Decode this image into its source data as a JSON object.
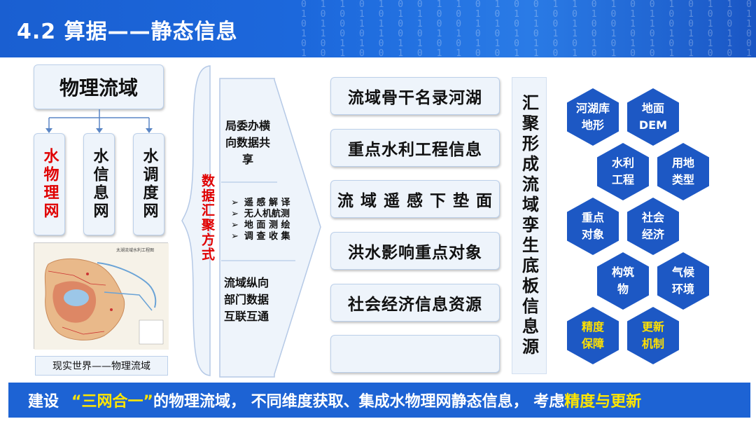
{
  "header": {
    "title": "4.2 算据——静态信息",
    "digits": "0 1 1 0 1 0 0 1 1 0 1 0 0 1 1 0 1 0 0 1 0 1 1 0 1 0 0 1 1\n1 0 0 1 0 1 1 0 0 1 0 1 1 0 0 1 0 1 1 0 1 0 0 1 0 1 1 0 0\n0 1 0 1 1 0 1 0 0 1 1 0 1 0 1 0 0 1 1 0 0 1 0 1 1 0 1 0 1\n1 1 0 0 1 0 0 1 1 0 0 1 0 1 1 0 1 0 0 1 1 0 1 0 0 1 1 0 1\n0 0 1 1 0 1 1 0 0 1 1 0 1 0 0 1 0 1 1 0 0 1 1 0 1 0 0 1 0\n1 0 1 0 0 1 0 1 1 0 0 1 1 0 1 0 1 0 0 1 1 0 0 1 0 1 1 0 1"
  },
  "left": {
    "title": "物理流域",
    "nets": [
      {
        "label": "水物理网",
        "color": "#e00000"
      },
      {
        "label": "水信息网",
        "color": "#111111"
      },
      {
        "label": "水调度网",
        "color": "#111111"
      }
    ],
    "map_caption": "现实世界——物理流域",
    "map_title": "太湖流域水利工程图"
  },
  "arrow": {
    "side_label": "数据汇聚方式",
    "top_text": "局委办横向数据共享",
    "bullets": [
      "遥 感 解 译",
      "无人机航测",
      "地 面 测 绘",
      "调 查 收 集"
    ],
    "bottom_text": "流域纵向部门数据互联互通"
  },
  "middle": {
    "items": [
      "流域骨干名录河湖",
      "重点水利工程信息",
      "流 域 遥 感 下 垫 面",
      "洪水影响重点对象",
      "社会经济信息资源",
      ""
    ]
  },
  "vertical": {
    "text": "汇聚形成流域孪生底板信息源"
  },
  "hexes": [
    {
      "label": "河湖库\n地形",
      "gold": false
    },
    {
      "label": "地面\nDEM",
      "gold": false
    },
    {
      "label": "水利\n工程",
      "gold": false
    },
    {
      "label": "用地\n类型",
      "gold": false
    },
    {
      "label": "重点\n对象",
      "gold": false
    },
    {
      "label": "社会\n经济",
      "gold": false
    },
    {
      "label": "构筑\n物",
      "gold": false
    },
    {
      "label": "气候\n环境",
      "gold": false
    },
    {
      "label": "精度\n保障",
      "gold": true
    },
    {
      "label": "更新\n机制",
      "gold": true
    }
  ],
  "footer": {
    "part1": "建设",
    "part2": "“三网合一”",
    "part3": "的物理流域， 不同维度获取、集成水物理网静态信息， 考虑",
    "part4": "精度与更新"
  },
  "colors": {
    "header_blue": "#1c68dc",
    "hex_blue": "#1d58c4",
    "accent_red": "#e00000",
    "accent_yellow": "#ffe600"
  }
}
